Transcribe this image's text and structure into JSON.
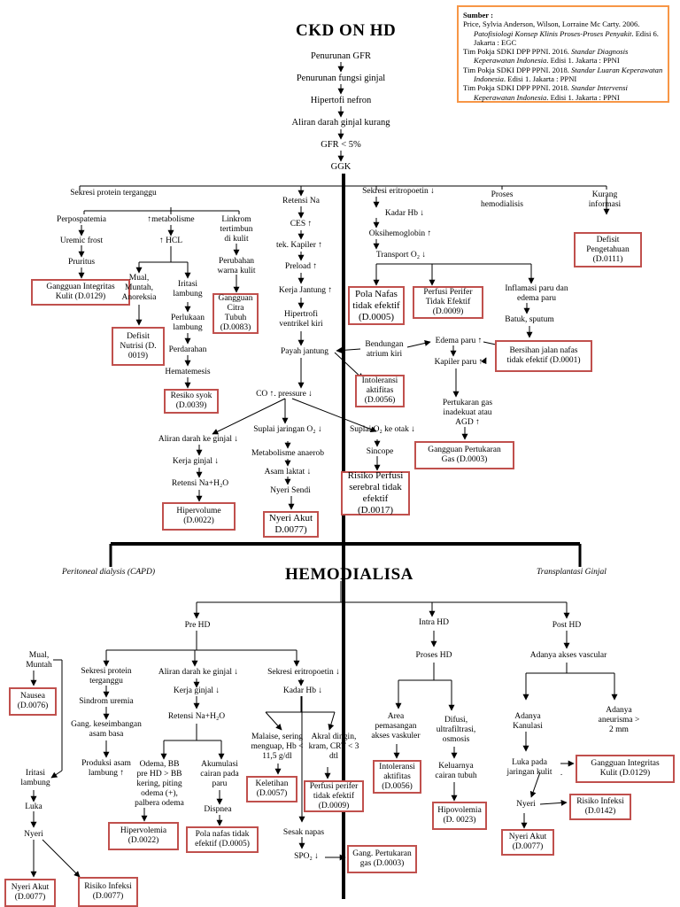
{
  "title": "CKD ON HD",
  "sources": {
    "heading": "Sumber :",
    "refs": [
      {
        "plain": "Price, Sylvia Anderson, Wilson, Lorraine Mc Carty. 2006. ",
        "italic": "Patofisiologi Konsep Klinis Proses-Proses Penyakit",
        "tail": ". Edisi 6. Jakarta : EGC"
      },
      {
        "plain": "Tim Pokja SDKI DPP PPNI. 2016. ",
        "italic": "Standar Diagnosis Keperawatan Indonesia",
        "tail": ". Edisi 1. Jakarta : PPNI"
      },
      {
        "plain": "Tim Pokja SDKI DPP PPNI. 2018. ",
        "italic": "Standar Luaran Keperawatan Indonesia",
        "tail": ". Edisi 1. Jakarta : PPNI"
      },
      {
        "plain": "Tim Pokja SDKI DPP PPNI. 2018. ",
        "italic": "Standar Intervensi Keperawatan Indonesia",
        "tail": ". Edisi 1. Jakarta : PPNI"
      }
    ]
  },
  "flow": {
    "gfr_down": "Penurunan GFR",
    "renal_down": "Penurunan fungsi ginjal",
    "hypertrophy": "Hipertofi nefron",
    "blood_flow": "Aliran darah ginjal kurang",
    "gfr5": "GFR < 5%",
    "ggk": "GGK"
  },
  "top": {
    "protein": "Sekresi protein terganggu",
    "perpospatemia": "Perpospatemia",
    "uremic": "Uremic frost",
    "pruritus": "Pruritus",
    "metabolisme": "↑metabolisme",
    "hcl": "↑ HCL",
    "mual": "Mual,\nMuntah,\nAnoreksia",
    "iritasi": "Iritasi\nlambung",
    "perlukaan": "Perlukaan\nlambung",
    "perdarahan": "Perdarahan",
    "hematemesis": "Hematemesis",
    "linkrom": "Linkrom\ntertimbun\ndi kulit",
    "perubahan": "Perubahan\nwarna kulit",
    "retensi_na": "Retensi Na",
    "ces": "CES ↑",
    "tek_kapiler": "tek. Kapiler ↑",
    "preload": "Preload ↑",
    "kerja_jantung": "Kerja Jantung ↑",
    "hipertrofi_vk": "Hipertrofi\nventrikel kiri",
    "payah": "Payah jantung",
    "co": "CO ↑. pressure ↓",
    "aliran": "Aliran darah ke ginjal ↓",
    "kerja_ginjal": "Kerja ginjal ↓",
    "retensi_nah2o": "Retensi Na+H₂O",
    "suplai_jaringan": "Suplai jaringan O₂ ↓",
    "metabolisme_anaerob": "Metabolisme anaerob",
    "asam_laktat": "Asam laktat ↓",
    "nyeri_sendi": "Nyeri Sendi",
    "suplai_otak": "Suplai O₂ ke otak ↓",
    "sincope": "Sincope",
    "eritropoetin": "Sekresi eritropoetin ↓",
    "kadar_hb": "Kadar Hb ↓",
    "oksihemoglobin": "Oksihemoglobin ↑",
    "transport": "Transport O₂ ↓",
    "proses_hd": "Proses\nhemodialisis",
    "kurang_info": "Kurang\ninformasi",
    "inflamasi": "Inflamasi paru dan\nedema paru",
    "batuk": "Batuk, sputum",
    "bendungan": "Bendungan\natrium kiri",
    "edema": "Edema paru ↑",
    "kapiler_paru": "Kapiler paru ↑",
    "pertukaran": "Pertukaran gas\ninadekuat atau\nAGD ↑"
  },
  "diagnoses_top": {
    "integritas": "Gangguan Integritas\nKulit (D.0129)",
    "defisit_nutrisi": "Defisit\nNutrisi (D.\n0019)",
    "resiko_syok": "Resiko syok\n(D.0039)",
    "citra": "Gangguan\nCitra\nTubuh\n(D.0083)",
    "hipervolume": "Hipervolume\n(D.0022)",
    "nyeri_akut": "Nyeri Akut\nD.0077)",
    "risiko_perfusi": "Risiko Perfusi\nserebral tidak\nefektif\n(D.0017)",
    "pola_nafas": "Pola Nafas\ntidak efektif\n(D.0005)",
    "perfusi_perifer": "Perfusi Perifer\nTidak Efektif\n(D.0009)",
    "defisit_pengetahuan": "Defisit\nPengetahuan\n(D.0111)",
    "intoleransi": "Intoleransi\naktifitas\n(D.0056)",
    "bersihan": "Bersihan jalan nafas\ntidak efektif (D.0001)",
    "gangguan_pertukaran": "Gangguan Pertukaran\nGas (D.0003)"
  },
  "hd": {
    "title": "HEMODIALISA",
    "capd": "Peritoneal dialysis (CAPD)",
    "transplantasi": "Transplantasi Ginjal",
    "pre": "Pre HD",
    "intra": "Intra HD",
    "post": "Post HD",
    "mual_muntah": "Mual,\nMuntah",
    "protein": "Sekresi protein\nterganggu",
    "sindrom": "Sindrom uremia",
    "gang_asam": "Gang. keseimbangan\nasam basa",
    "produksi": "Produksi asam\nlambung ↑",
    "iritasi": "Iritasi\nlambung",
    "luka": "Luka",
    "nyeri": "Nyeri",
    "aliran": "Aliran darah ke ginjal ↓",
    "kerja_ginjal": "Kerja ginjal ↓",
    "retensi": "Retensi Na+H₂O",
    "odema": "Odema, BB\npre HD > BB\nkering, piting\nodema (+),\npalbera odema",
    "akumulasi": "Akumulasi\ncairan pada\nparu",
    "dispnea": "Dispnea",
    "eritropoetin": "Sekresi eritropoetin ↓",
    "kadar_hb": "Kadar Hb ↓",
    "malaise": "Malaise, sering\nmenguap, Hb <\n11,5 g/dl",
    "akral": "Akral dingin,\nkram, CRT < 3\ndtl",
    "sesak": "Sesak napas",
    "spo2": "SPO₂ ↓",
    "proses_hd": "Proses HD",
    "area": "Area\npemasangan\nakses vaskuler",
    "difusi": "Difusi,\nultrafiltrasi,\nosmosis",
    "keluarnya": "Keluarnya\ncairan tubuh",
    "adanya_akses": "Adanya akses vascular",
    "kanulasi": "Adanya\nKanulasi",
    "aneurisma": "Adanya aneurisma >\n2 mm",
    "luka_kulit": "Luka pada\njaringan kulit",
    "nyeri_post": "Nyeri",
    "dot": "."
  },
  "diagnoses_hd": {
    "nausea": "Nausea\n(D.0076)",
    "nyeri_akut_l": "Nyeri Akut\n(D.0077)",
    "risiko_infeksi_l": "Risiko Infeksi\n(D.0077)",
    "hipervolemia": "Hipervolemia\n(D.0022)",
    "pola_nafas": "Pola nafas tidak\nefektif (D.0005)",
    "keletihan": "Keletihan\n(D.0057)",
    "perfusi_perifer": "Perfusi perifer\ntidak efektif\n(D.0009)",
    "gang_pertukaran": "Gang. Pertukaran\ngas (D.0003)",
    "intoleransi": "Intoleransi\naktifitas\n(D.0056)",
    "hipovolemia": "Hipovolemia\n(D. 0023)",
    "integritas": "Gangguan Integritas\nKulit (D.0129)",
    "risiko_infeksi_r": "Risiko Infeksi\n(D.0142)",
    "nyeri_akut_r": "Nyeri Akut\n(D.0077)"
  },
  "colors": {
    "box_border": "#c0504d",
    "sources_border": "#f79646",
    "lines": "#000000"
  }
}
